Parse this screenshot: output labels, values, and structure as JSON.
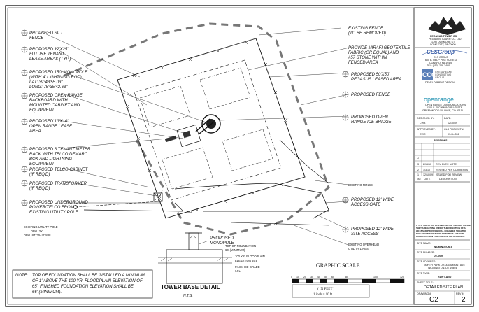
{
  "callouts_left": [
    [
      "PROPOSED SILT",
      "FENCE"
    ],
    [
      "PROPOSED 12'X25'",
      "FUTURE TENANT",
      "LEASE AREAS (TYP.)"
    ],
    [
      "PROPOSED 150' MONOPOLE",
      "(WITH 4' LIGHTNING ROD)",
      "LAT:  39°43'55.03\"",
      "LONG:  75°35'42.63\""
    ],
    [
      "PROPOSED OPEN RANGE",
      "BACKBOARD WITH",
      "MOUNTED CABINET AND",
      "EQUIPMENT"
    ],
    [
      "PROPOSED 10'X10'",
      "OPEN RANGE LEASE",
      "AREA"
    ],
    [
      "PROPOSED 6 TENANT METER",
      "RACK WITH TELCO DEMARC",
      "BOX AND LIGHTNING",
      "EQUIPMENT"
    ],
    [
      "PROPOSED TELCO CABINET",
      "(IF REQ'D)"
    ],
    [
      "PROPOSED TRANSFORMER",
      "(IF REQ'D)"
    ],
    [
      "PROPOSED UNDERGROUND",
      "POWER/TELCO FROM",
      "EXISTING UTILITY POLE"
    ]
  ],
  "callouts_right": [
    [
      "EXISTING FENCE",
      "(TO BE REMOVED)"
    ],
    [
      "PROVIDE MIRAFI GEOTEXTILE",
      "FABRIC (OR EQUAL) AND",
      "#57 STONE WITHIN",
      "FENCED AREA"
    ],
    [
      "PROPOSED 50'X50'",
      "PEGASUS LEASED AREA"
    ],
    [
      "PROPOSED FENCE"
    ],
    [
      "PROPOSED OPEN",
      "RANGE ICE BRIDGE"
    ],
    [
      "EXISTING FENCE"
    ],
    [
      "PROPOSED 12' WIDE",
      "ACCESS GATE"
    ],
    [
      "PROPOSED 12' WIDE",
      "SITE ACCESS"
    ],
    [
      "EXISTING OVERHEAD",
      "UTILITY LINES"
    ]
  ],
  "utility_pole": [
    "EXISTING UTILITY POLE",
    "DPAL 3Y",
    "DPAL #47254/42888"
  ],
  "ou_label": "OU",
  "monopole_label": [
    "PROPOSED",
    "MONOPOLE"
  ],
  "elevations": {
    "top_foundation": [
      "TOP OF FOUNDATION",
      "66' (MINIMUM)"
    ],
    "floodplain": [
      "100 YR. FLOODPLAIN",
      "ELEVATION 65'±"
    ],
    "finished_grade": [
      "FINISHED GRADE",
      "64'±"
    ]
  },
  "tower_base": {
    "title": "TOWER BASE DETAIL",
    "subtitle": "N.T.S."
  },
  "note_label": "NOTE:",
  "note_lines": [
    "TOP OF FOUNDATION SHALL BE INSTALLED A MINIMUM",
    "OF 1' ABOVE THE 100 YR. FLOODPLAIN ELEVATION OF",
    "65'. FINISHED FOUNDATION ELEVATION SHALL BE",
    "66' (MINIMUM)."
  ],
  "graphic_scale": {
    "title": "GRAPHIC SCALE",
    "ticks": [
      "0",
      "10",
      "20",
      "30",
      "40",
      "50",
      "60",
      "80",
      "100",
      "120"
    ],
    "unit": "( IN FEET )",
    "ratio": "1 inch = 10  ft."
  },
  "title_block": {
    "logo1": [
      "PEGASUS TOWER CO.",
      "PEGASUS TOWER CO. LTD",
      "1790 DUNMORE ST",
      "SOME CITY, PA 00000"
    ],
    "cls_logo": "CLSGroup",
    "cls_lines": [
      "CLS GROUP",
      "600 B. DELP PIKE  SUITE D",
      "CONSHO, PA 19428",
      "TEL: (610) 248-2480"
    ],
    "ccg_letters": "CCG",
    "ccg_name": [
      "CHESAPEAKE",
      "CONSULTING",
      "GROUP"
    ],
    "ccg_sub": "DEVELOPMENT DESIGN",
    "open_range": "openrange",
    "or_lines": [
      "OPEN RANGE COMMUNICATIONS",
      "6100 S. RICHMOND BLVD STE",
      "GREENWOOD VILLAGE, CO 80111"
    ],
    "designed_by": "DESIGNED BY:",
    "designed_val": "CWB",
    "date_label": "DATE:",
    "date_val": "12/10/09",
    "approved_by": "APPROVED BY:",
    "approved_val": "DWC",
    "project_label": "CLS PROJECT #:",
    "project_val": "09-0L-226",
    "revisions": "REVISIONS",
    "rev_rows": [
      [
        "4",
        "",
        ""
      ],
      [
        "3",
        "2/15/10",
        "REV. ELEV. NOTE"
      ],
      [
        "2",
        "1/3/10",
        "REVISED PER COMMENTS"
      ],
      [
        "1",
        "12/10/09",
        "ISSUED FOR REVIEW"
      ]
    ],
    "rev_header": [
      "NO.",
      "DATE",
      "DESCRIPTION"
    ],
    "disclaimer": [
      "IT IS A VIOLATION OF LAW FOR ANY PERSON UNLESS",
      "THEY ARE ACTING UNDER THE DIRECTION OF A",
      "LICENSED PROFESSIONAL ENGINEER TO ALTER",
      "THIS DOCUMENT. THESE DRAWINGS ARE FOR",
      "CONSTRUCTION PURPOSES AFTER APPROVAL"
    ],
    "site_name_label": "SITE NAME:",
    "site_name_val": "WILMINGTON 4",
    "site_number_label": "SITE NUMBER:",
    "site_number_val": "DE-0026",
    "site_address_label": "SITE ADDRESS:",
    "site_address_val": [
      "NORTH PARK DR. & GILMONT AVE",
      "WILMINGTON, DE 19804"
    ],
    "site_type_label": "SITE TYPE:",
    "site_type_val": "RAW LAND",
    "sheet_title_label": "SHEET TITLE:",
    "sheet_title_val": [
      "DETAILED SITE PLAN"
    ],
    "drawing_label": "DRAWING #:",
    "drawing_val": "C2",
    "rev_label": "REV #:",
    "rev_val": "2"
  }
}
